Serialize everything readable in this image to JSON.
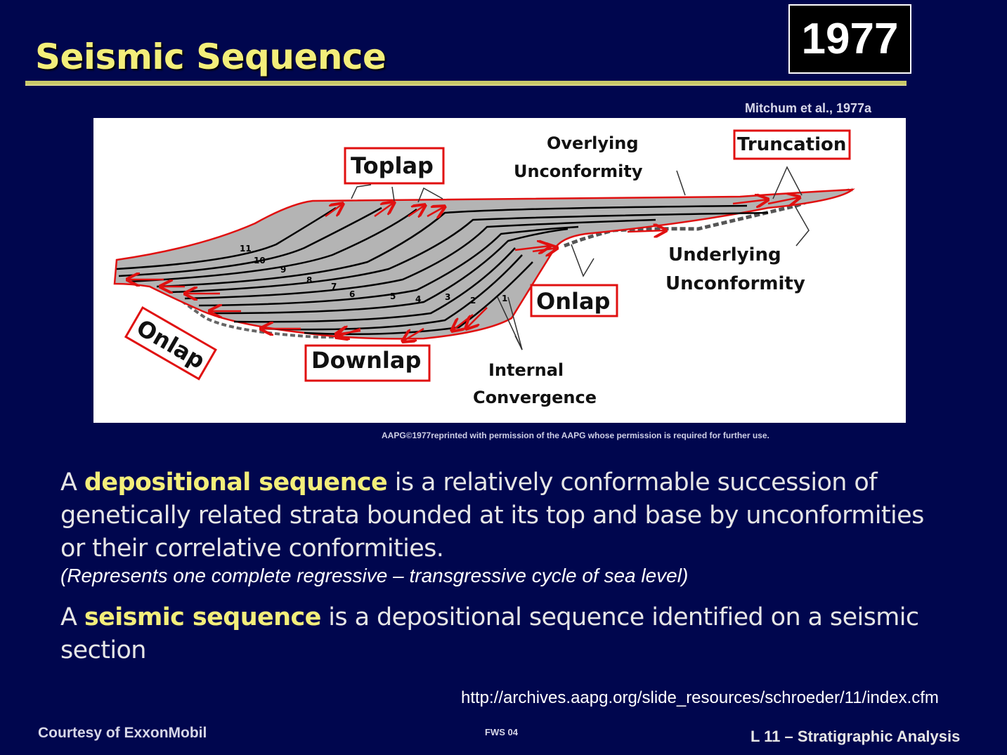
{
  "slide": {
    "title": "Seismic Sequence",
    "year": "1977",
    "citation": "Mitchum et al., 1977a",
    "copyright": "AAPG©1977reprinted with permission of the AAPG whose permission is required for further use.",
    "footer_left": "Courtesy of ExxonMobil",
    "footer_center": "FWS 04",
    "footer_right": "L 11 – Stratigraphic Analysis",
    "url": "http://archives.aapg.org/slide_resources/schroeder/11/index.cfm"
  },
  "diagram": {
    "labels": {
      "toplap": "Toplap",
      "overlying_1": "Overlying",
      "overlying_2": "Unconformity",
      "truncation": "Truncation",
      "underlying_1": "Underlying",
      "underlying_2": "Unconformity",
      "onlap_right": "Onlap",
      "onlap_left": "Onlap",
      "downlap": "Downlap",
      "internal_1": "Internal",
      "internal_2": "Convergence"
    },
    "layer_numbers": [
      "11",
      "10",
      "9",
      "8",
      "7",
      "6",
      "5",
      "4",
      "3",
      "2",
      "1"
    ],
    "colors": {
      "fill": "#b4b4b4",
      "outline": "#e01010",
      "box": "#e01010"
    }
  },
  "text": {
    "p1_pre": "A ",
    "p1_term": "depositional sequence",
    "p1_post": " is a relatively conformable succession of genetically related strata bounded at its top and base by unconformities or their correlative conformities.",
    "note": "(Represents one complete regressive – transgressive cycle of sea level)",
    "p2_pre": "A ",
    "p2_term": "seismic sequence",
    "p2_post": " is a depositional sequence identified on a seismic section"
  }
}
